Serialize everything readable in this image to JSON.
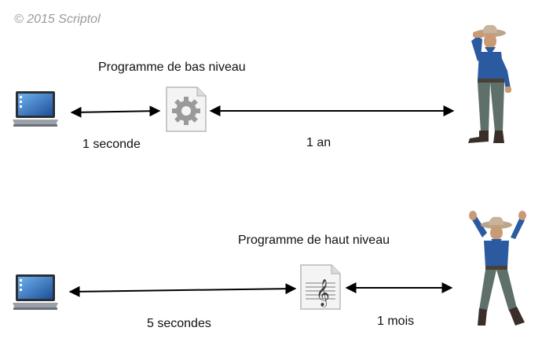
{
  "copyright": "© 2015 Scriptol",
  "top_row": {
    "program_label": "Programme de bas niveau",
    "time_computer": "1 seconde",
    "time_human": "1 an",
    "program_icon": "gear-document-icon",
    "computer_icon": "laptop-icon",
    "person_icon": "cowboy-waiting-icon"
  },
  "bottom_row": {
    "program_label": "Programme de haut niveau",
    "time_computer": "5 secondes",
    "time_human": "1 mois",
    "program_icon": "music-document-icon",
    "computer_icon": "laptop-icon",
    "person_icon": "cowboy-cheering-icon"
  },
  "colors": {
    "shirt": "#2c5aa0",
    "pants": "#5f6f6a",
    "hat": "#b9a58a",
    "skin": "#c89a76",
    "arrow": "#000000"
  }
}
